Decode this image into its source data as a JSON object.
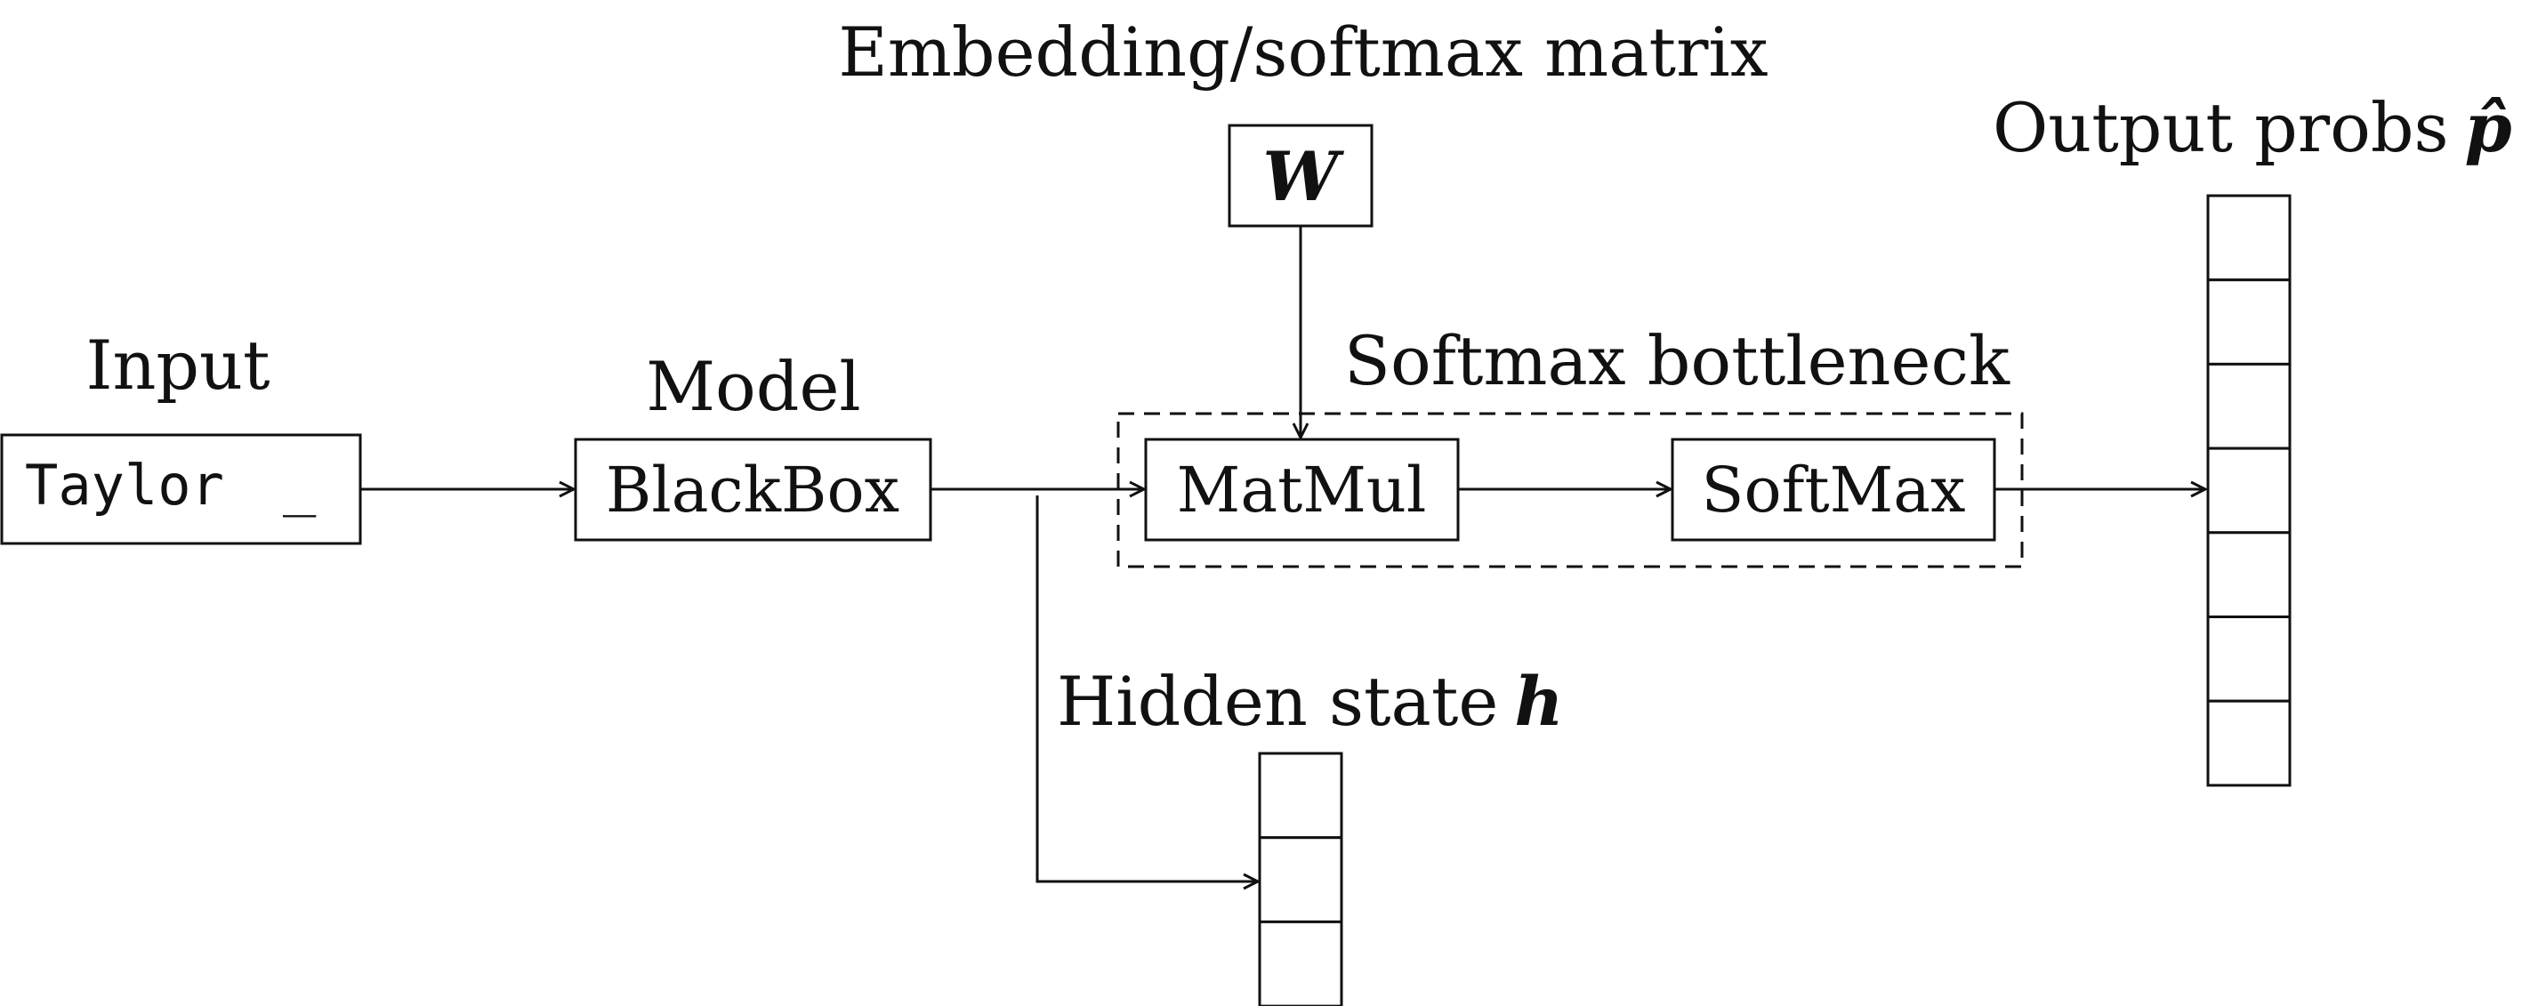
{
  "labels": {
    "embedding_title": "Embedding/softmax matrix",
    "input_title": "Input",
    "model_title": "Model",
    "bottleneck_title": "Softmax bottleneck",
    "output_title": "Output probs",
    "output_symbol": "p̂",
    "hidden_title": "Hidden state",
    "hidden_symbol": "h"
  },
  "nodes": {
    "input_token": "Taylor",
    "input_blank": "_",
    "blackbox": "BlackBox",
    "weight_matrix": "W",
    "matmul": "MatMul",
    "softmax": "SoftMax"
  },
  "vectors": {
    "output_cells": 7,
    "hidden_cells": 3
  },
  "colors": {
    "ink": "#111111",
    "background": "#ffffff"
  }
}
